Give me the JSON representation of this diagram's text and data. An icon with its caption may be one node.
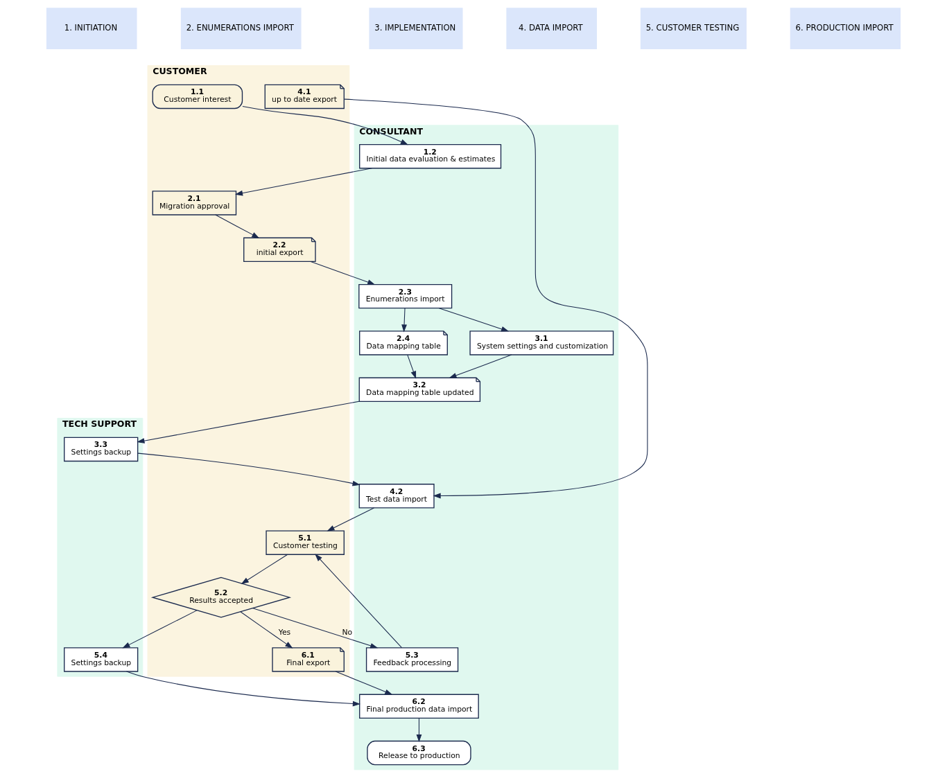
{
  "diagram": {
    "nodes": [
      {
        "text": [
          "1. INITIATION"
        ]
      },
      {
        "text": [
          "2. ENUMERATIONS IMPORT"
        ]
      },
      {
        "text": [
          "3. IMPLEMENTATION"
        ]
      },
      {
        "text": [
          "4. DATA IMPORT"
        ]
      },
      {
        "text": [
          "5. CUSTOMER TESTING"
        ]
      },
      {
        "text": [
          "6. PRODUCTION IMPORT"
        ]
      },
      {
        "text": [
          "CUSTOMER"
        ]
      },
      {
        "text": [
          "CONSULTANT"
        ]
      },
      {
        "text": [
          "TECH SUPPORT"
        ]
      },
      {
        "text": [
          "1.1",
          "Customer interest"
        ],
        "in": 6
      },
      {
        "text": [
          "2.1",
          "Migration approval"
        ],
        "in": 6
      },
      {
        "text": [
          "2.2",
          "initial export"
        ],
        "in": 6
      },
      {
        "text": [
          "4.1",
          "up to date export"
        ],
        "in": 6
      },
      {
        "text": [
          "5.1",
          "Customer testing"
        ],
        "in": 6
      },
      {
        "text": [
          "5.2",
          "Results accepted"
        ],
        "in": 6
      },
      {
        "text": [
          "6.1",
          "Final export"
        ],
        "in": 6
      },
      {
        "text": [
          "1.2",
          "Initial data evaluation & estimates"
        ],
        "in": 7
      },
      {
        "text": [
          "2.3",
          "Enumerations import"
        ],
        "in": 7
      },
      {
        "text": [
          "3.1",
          "System settings and customization"
        ],
        "in": 7
      },
      {
        "text": [
          "4.2",
          "Test data import"
        ],
        "in": 7
      },
      {
        "text": [
          "5.3",
          "Feedback processing"
        ],
        "in": 7
      },
      {
        "text": [
          "6.2",
          "Final production data import"
        ],
        "in": 7
      },
      {
        "text": [
          "2.4",
          "Data mapping table"
        ],
        "in": 7
      },
      {
        "text": [
          "3.2",
          "Data mapping table updated"
        ],
        "in": 7
      },
      {
        "text": [
          "6.3",
          "Release to production"
        ],
        "in": 7
      },
      {
        "text": [
          "3.3",
          "Settings backup"
        ],
        "in": 8
      },
      {
        "text": [
          "5.4",
          "Settings backup"
        ],
        "in": 8
      }
    ],
    "edges": [
      {
        "from": 9,
        "to": 16,
        "arrow": "to"
      },
      {
        "from": 16,
        "to": 10,
        "arrow": "to"
      },
      {
        "from": 10,
        "to": 11,
        "arrow": "to"
      },
      {
        "from": 11,
        "to": 17,
        "arrow": "to"
      },
      {
        "from": 17,
        "to": 18,
        "arrow": "to"
      },
      {
        "from": 17,
        "to": 22,
        "arrow": "to"
      },
      {
        "from": 22,
        "to": 23,
        "arrow": "to"
      },
      {
        "from": 18,
        "to": 23,
        "arrow": "to"
      },
      {
        "from": 23,
        "to": 25,
        "arrow": "to"
      },
      {
        "from": 25,
        "to": 19,
        "arrow": "to"
      },
      {
        "from": 12,
        "to": 19,
        "arrow": "to"
      },
      {
        "from": 19,
        "to": 13,
        "arrow": "to"
      },
      {
        "from": 13,
        "to": 14,
        "arrow": "to"
      },
      {
        "from": 14,
        "to": 20,
        "arrow": "to",
        "label": "No"
      },
      {
        "from": 20,
        "to": 13,
        "arrow": "to"
      },
      {
        "from": 14,
        "to": 15,
        "arrow": "to",
        "label": "Yes"
      },
      {
        "from": 14,
        "to": 26,
        "arrow": "to"
      },
      {
        "from": 26,
        "to": 21,
        "arrow": "to"
      },
      {
        "from": 15,
        "to": 21,
        "arrow": "to"
      },
      {
        "from": 21,
        "to": 24,
        "arrow": "to"
      }
    ]
  }
}
